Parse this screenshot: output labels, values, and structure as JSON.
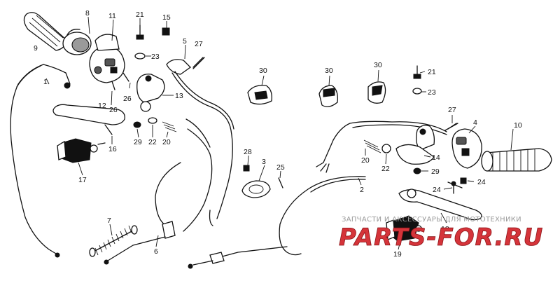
{
  "callouts": [
    {
      "id": "c1",
      "label": "1"
    },
    {
      "id": "c2",
      "label": "2"
    },
    {
      "id": "c3",
      "label": "3"
    },
    {
      "id": "c4",
      "label": "4"
    },
    {
      "id": "c5",
      "label": "5"
    },
    {
      "id": "c6",
      "label": "6"
    },
    {
      "id": "c7",
      "label": "7"
    },
    {
      "id": "c8",
      "label": "8"
    },
    {
      "id": "c9",
      "label": "9"
    },
    {
      "id": "c10",
      "label": "10"
    },
    {
      "id": "c11",
      "label": "11"
    },
    {
      "id": "c12",
      "label": "12"
    },
    {
      "id": "c13",
      "label": "13"
    },
    {
      "id": "c14",
      "label": "14"
    },
    {
      "id": "c15",
      "label": "15"
    },
    {
      "id": "c16",
      "label": "16"
    },
    {
      "id": "c17",
      "label": "17"
    },
    {
      "id": "c18",
      "label": "18"
    },
    {
      "id": "c19",
      "label": "19"
    },
    {
      "id": "c20a",
      "label": "20"
    },
    {
      "id": "c20b",
      "label": "20"
    },
    {
      "id": "c21a",
      "label": "21"
    },
    {
      "id": "c21b",
      "label": "21"
    },
    {
      "id": "c22a",
      "label": "22"
    },
    {
      "id": "c22b",
      "label": "22"
    },
    {
      "id": "c23a",
      "label": "23"
    },
    {
      "id": "c23b",
      "label": "23"
    },
    {
      "id": "c24a",
      "label": "24"
    },
    {
      "id": "c24b",
      "label": "24"
    },
    {
      "id": "c25",
      "label": "25"
    },
    {
      "id": "c26a",
      "label": "26"
    },
    {
      "id": "c26b",
      "label": "26"
    },
    {
      "id": "c27a",
      "label": "27"
    },
    {
      "id": "c27b",
      "label": "27"
    },
    {
      "id": "c28",
      "label": "28"
    },
    {
      "id": "c29a",
      "label": "29"
    },
    {
      "id": "c29b",
      "label": "29"
    },
    {
      "id": "c30a",
      "label": "30"
    },
    {
      "id": "c30b",
      "label": "30"
    },
    {
      "id": "c30c",
      "label": "30"
    }
  ],
  "watermark": {
    "tagline": "ЗАПЧАСТИ И АКСЕССУАРЫ ДЛЯ МОТОТЕХНИКИ",
    "brand": "PARTS-FOR.RU",
    "brand_color": "#d5343a"
  }
}
